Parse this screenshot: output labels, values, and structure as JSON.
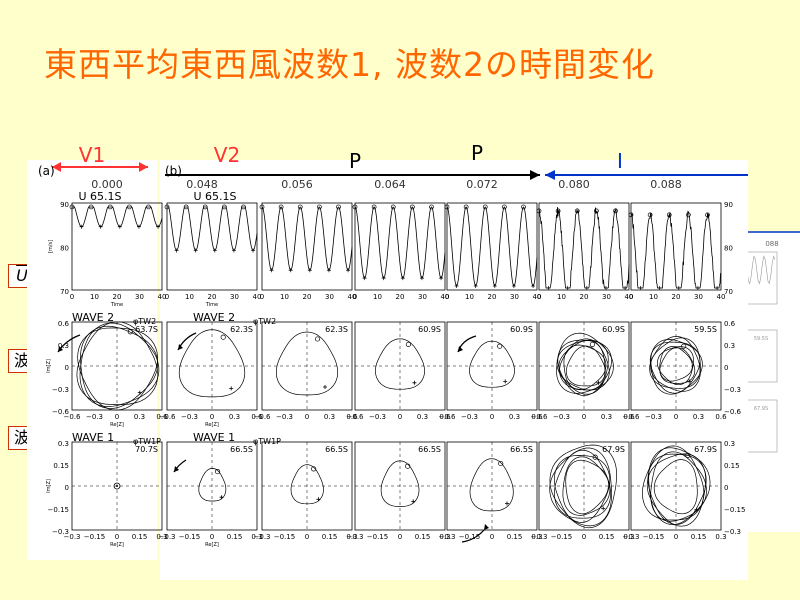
{
  "slide": {
    "title": "東西平均東西風波数1, 波数2の時間変化",
    "side_labels": [
      "U",
      "波",
      "波"
    ]
  },
  "header": {
    "arrow_labels": [
      "V1",
      "V2",
      "P",
      "P",
      "I"
    ],
    "panel_tags": [
      "(a)",
      "(b)"
    ],
    "params": [
      "0.000",
      "0.048",
      "0.056",
      "0.064",
      "0.072",
      "0.080",
      "0.088"
    ],
    "ghost_param": "088"
  },
  "figures": {
    "rows": [
      {
        "title": "U 65.1S",
        "ylabel": "[m/s]",
        "xlabel": "Time",
        "yticks": [
          "90",
          "80",
          "70"
        ],
        "xticks": [
          "0",
          "10",
          "20",
          "30",
          "40"
        ]
      },
      {
        "title": "WAVE 2",
        "phi": "φTW2",
        "ylabel": "Im[Z]",
        "xlabel": "Re[Z]",
        "yticks": [
          "0.6",
          "0.3",
          "0",
          "−0.3",
          "−0.6"
        ],
        "xticks": [
          "−0.6",
          "−0.3",
          "0",
          "0.3",
          "0.6"
        ]
      },
      {
        "title": "WAVE 1",
        "phi": "φTW1P",
        "ylabel": "Im[Z]",
        "xlabel": "Re[Z]",
        "yticks": [
          "0.3",
          "0.15",
          "0",
          "−0.15",
          "−0.3"
        ],
        "xticks": [
          "−0.3",
          "−0.15",
          "0",
          "0.15",
          "0.3"
        ]
      }
    ],
    "lat_labels": {
      "wave2": [
        "63.7S",
        "62.3S",
        "62.3S",
        "60.9S",
        "60.9S",
        "60.9S",
        "59.5S"
      ],
      "wave1": [
        "70.7S",
        "66.5S",
        "66.5S",
        "66.5S",
        "66.5S",
        "67.9S",
        "67.9S"
      ],
      "ghost_wave2": "59.5S",
      "ghost_wave1": "67.9S"
    }
  },
  "colors": {
    "title": "#ff6600",
    "background": "#ffffcc",
    "red_arrow": "#ff3333",
    "blue_arrow": "#0033cc"
  }
}
